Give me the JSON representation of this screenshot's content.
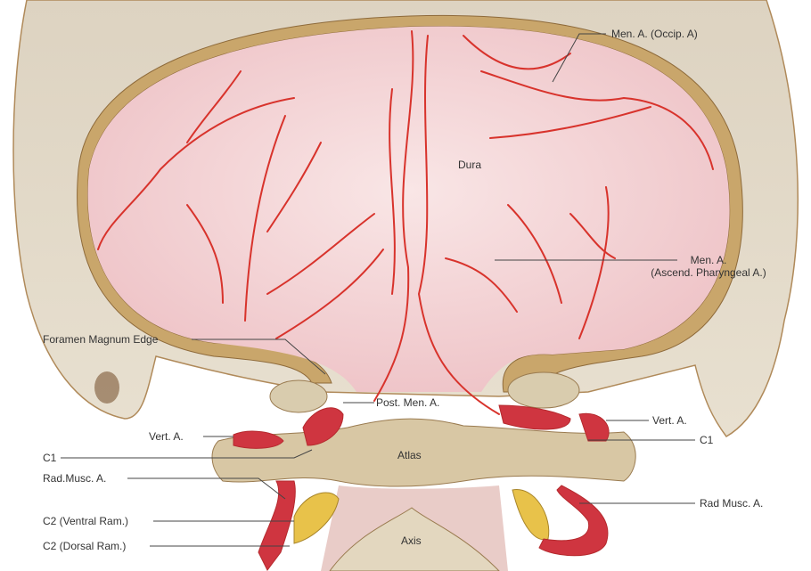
{
  "labels": {
    "men_occip": "Men. A. (Occip. A)",
    "dura": "Dura",
    "men_ascend_1": "Men. A.",
    "men_ascend_2": "(Ascend. Pharyngeal A.)",
    "foramen": "Foramen Magnum Edge",
    "post_men": "Post. Men. A.",
    "vert_left": "Vert. A.",
    "vert_right": "Vert. A.",
    "c1_left": "C1",
    "c1_right": "C1",
    "atlas": "Atlas",
    "rad_musc_left": "Rad.Musc. A.",
    "c2_ventral": "C2 (Ventral Ram.)",
    "c2_dorsal": "C2 (Dorsal Ram.)",
    "axis": "Axis",
    "rad_musc_right": "Rad Musc. A."
  },
  "colors": {
    "bone": "#e3d9c7",
    "dura": "#f2cfd2",
    "rim": "#c9a66b",
    "artery": "#d8332c",
    "nerve": "#e8c24a"
  }
}
